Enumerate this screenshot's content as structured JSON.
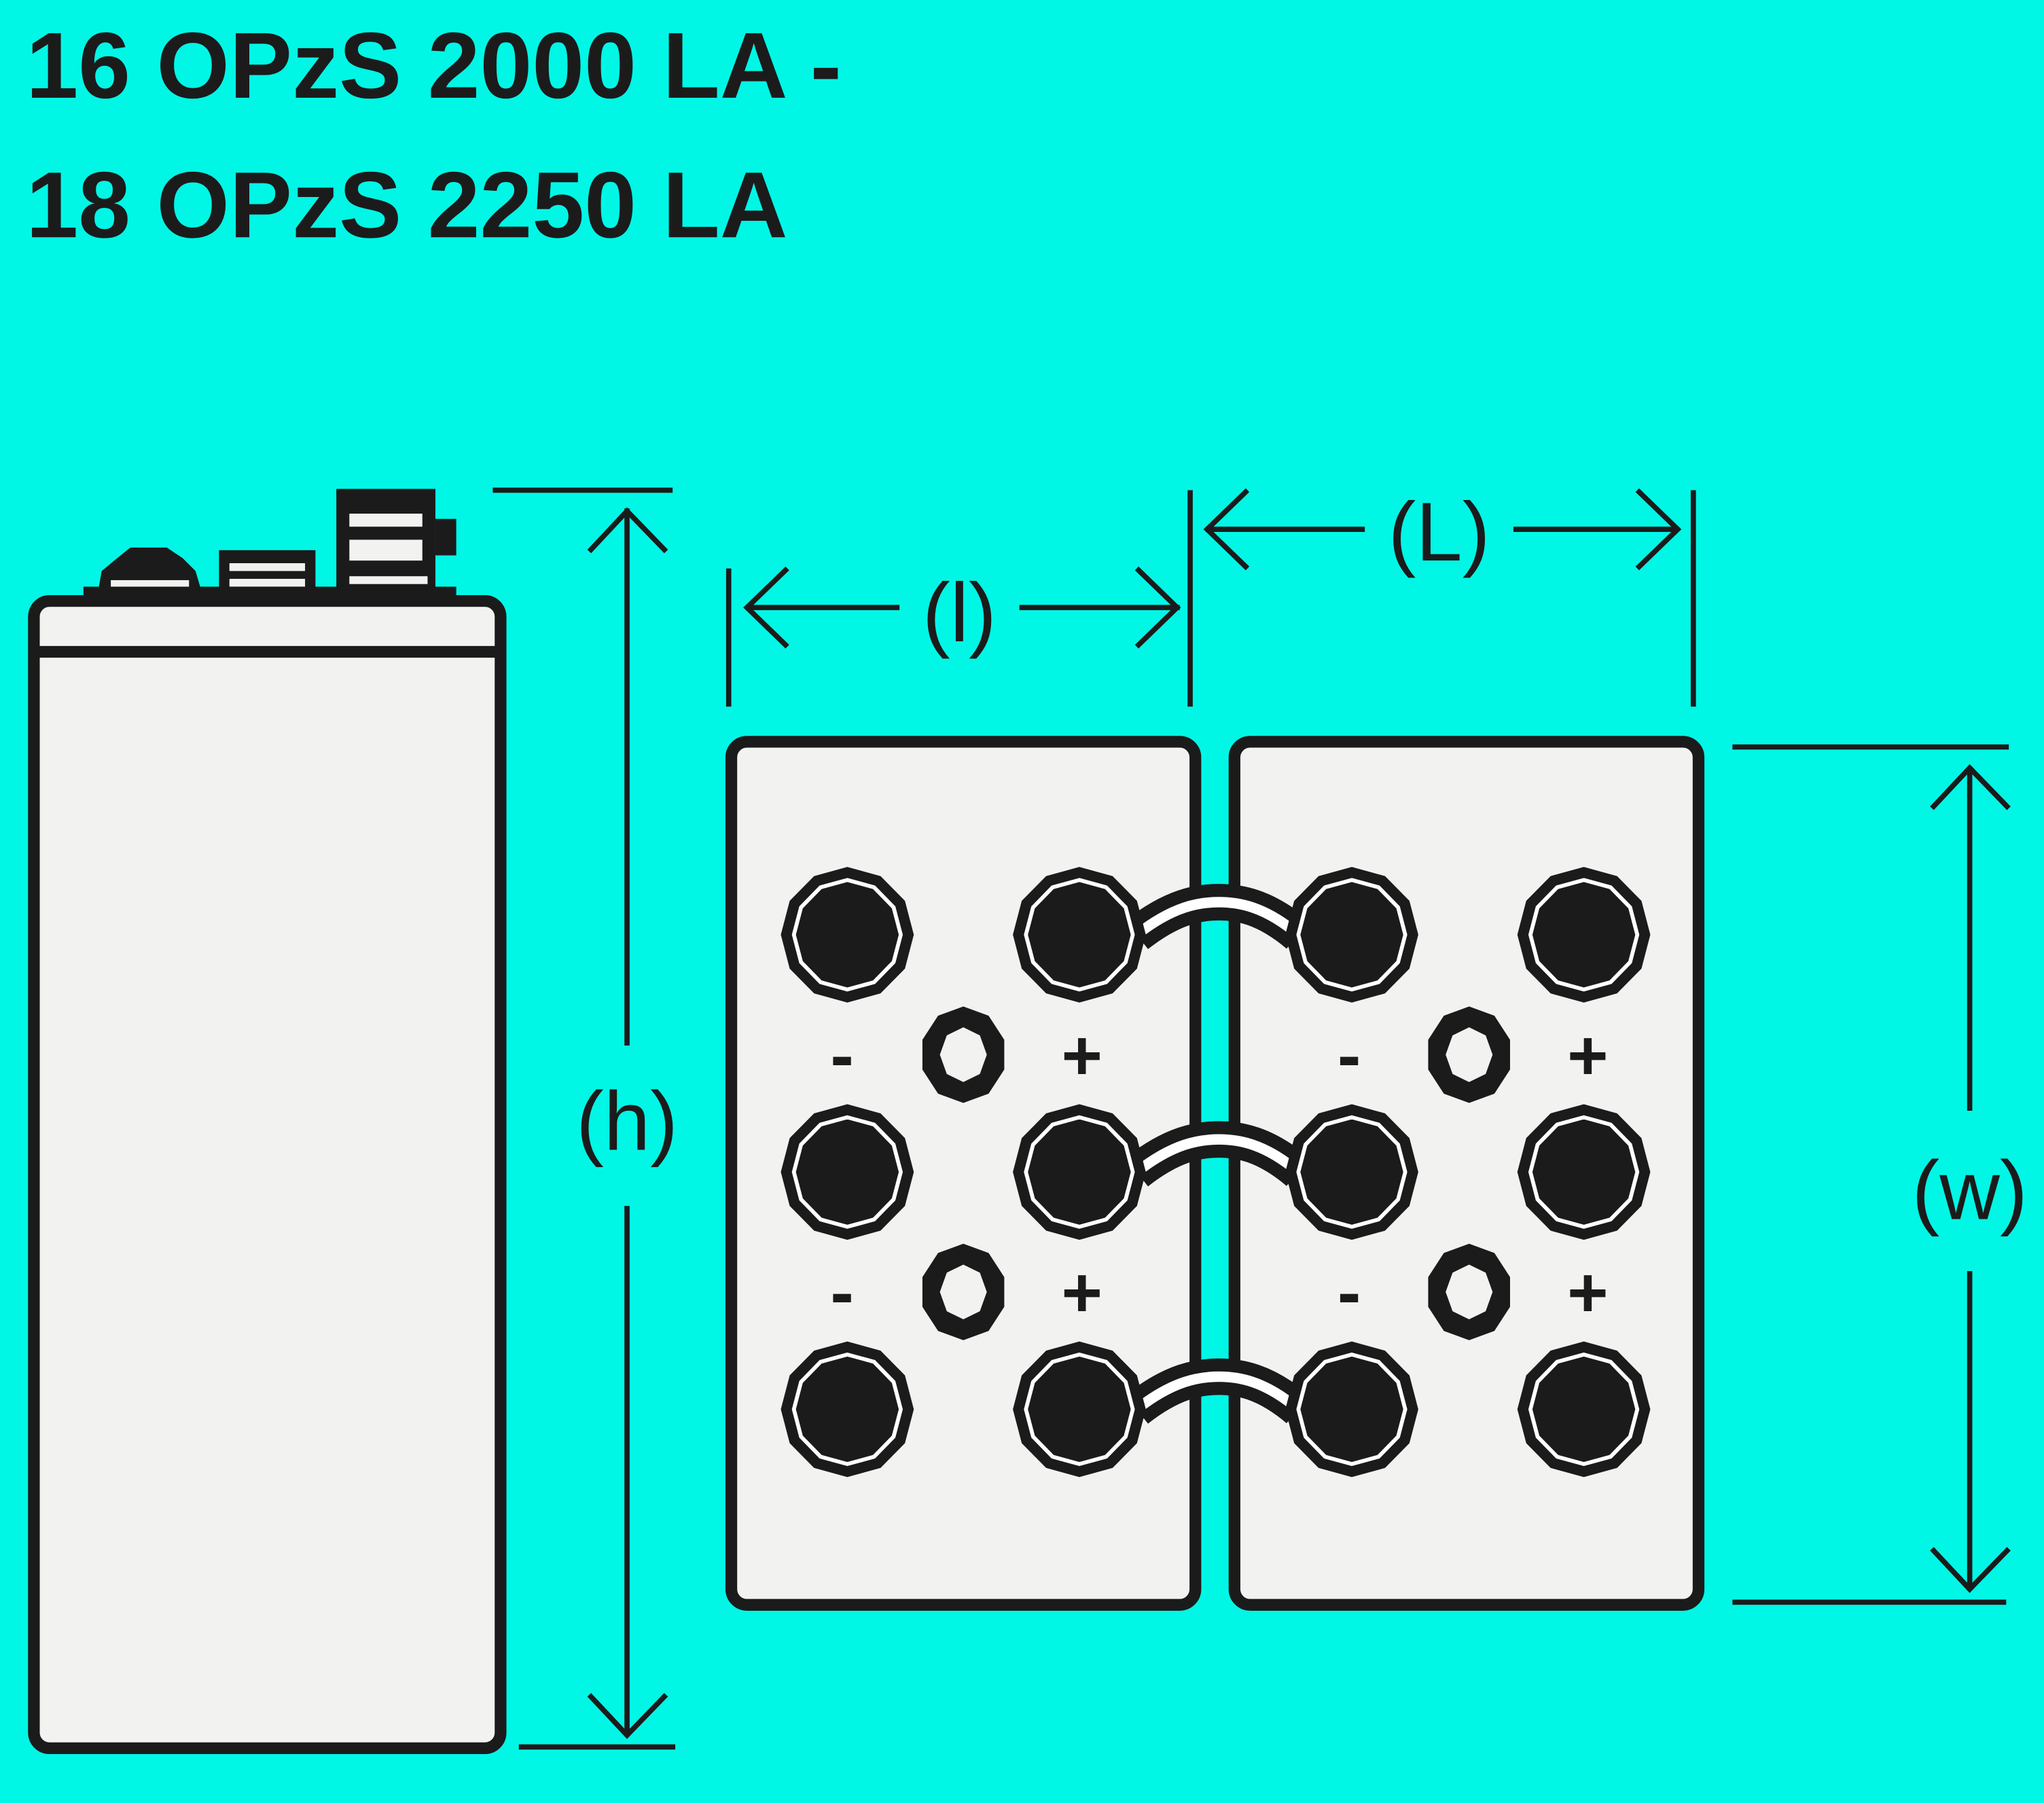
{
  "title": {
    "line1": "16 OPzS 2000 LA -",
    "line2": "18 OPzS 2250 LA"
  },
  "dimensions": {
    "height_label": "(h)",
    "cell_length_label": "(l)",
    "total_length_label": "(L)",
    "width_label": "(w)"
  },
  "terminals": {
    "negative_sign": "-",
    "positive_sign": "+"
  },
  "colors": {
    "background": "#00F7E6",
    "ink": "#1b1b1b",
    "cell_fill": "#f2f2f0"
  }
}
